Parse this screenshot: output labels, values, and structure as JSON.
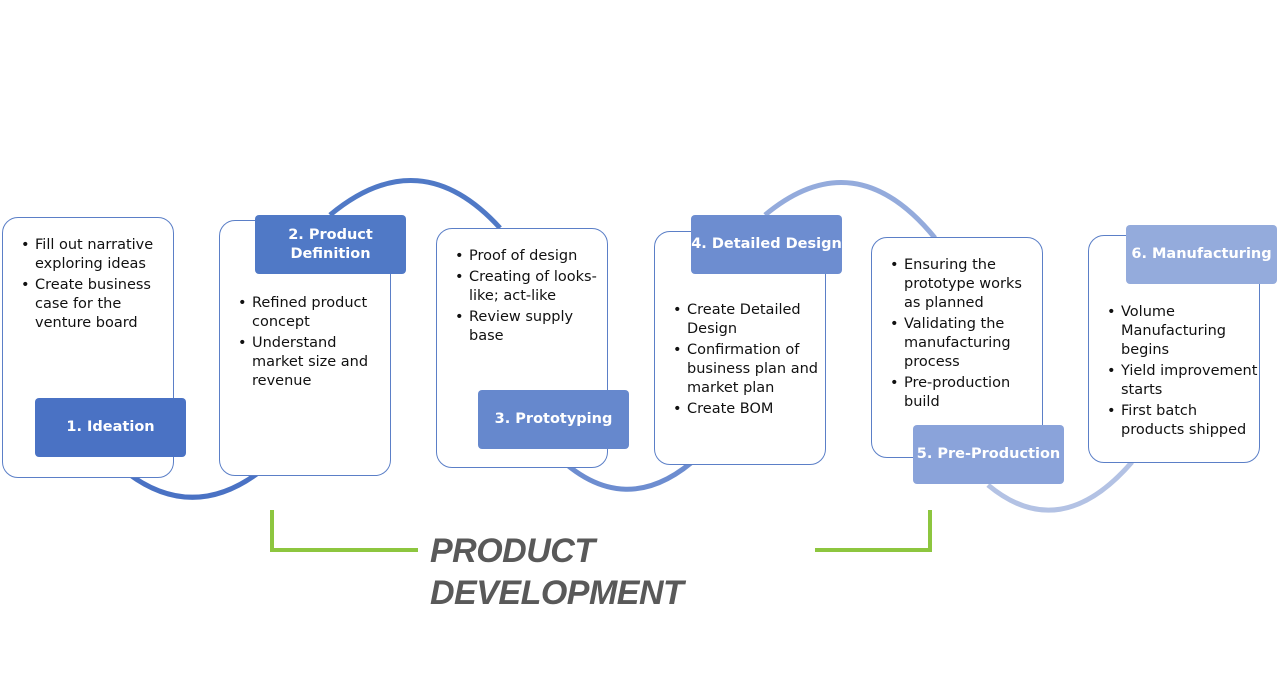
{
  "diagram": {
    "title_line1": "PRODUCT",
    "title_line2": "DEVELOPMENT",
    "colors": {
      "stage1": "#4a72c4",
      "stage2": "#5079c6",
      "stage3": "#6688cd",
      "stage4": "#6d8dd0",
      "stage5": "#8aa3da",
      "stage6": "#94abdc",
      "box_border": "#5b7fc7",
      "bracket": "#8dc63f",
      "title": "#595959"
    },
    "stages": [
      {
        "label": "1. Ideation",
        "bullets": [
          "Fill out narrative exploring ideas",
          "Create business case for the venture board"
        ]
      },
      {
        "label": "2. Product Definition",
        "bullets": [
          "Refined product concept",
          "Understand market size and revenue"
        ]
      },
      {
        "label": "3. Prototyping",
        "bullets": [
          "Proof of design",
          "Creating of looks-like; act-like",
          "Review supply base"
        ]
      },
      {
        "label": "4. Detailed Design",
        "bullets": [
          "Create Detailed Design",
          "Confirmation of business plan and market plan",
          "Create BOM"
        ]
      },
      {
        "label": "5. Pre-Production",
        "bullets": [
          "Ensuring the prototype works as planned",
          "Validating the manufacturing process",
          "Pre-production build"
        ]
      },
      {
        "label": "6. Manufacturing",
        "bullets": [
          "Volume Manufacturing begins",
          "Yield improvement starts",
          "First batch products shipped"
        ]
      }
    ]
  }
}
